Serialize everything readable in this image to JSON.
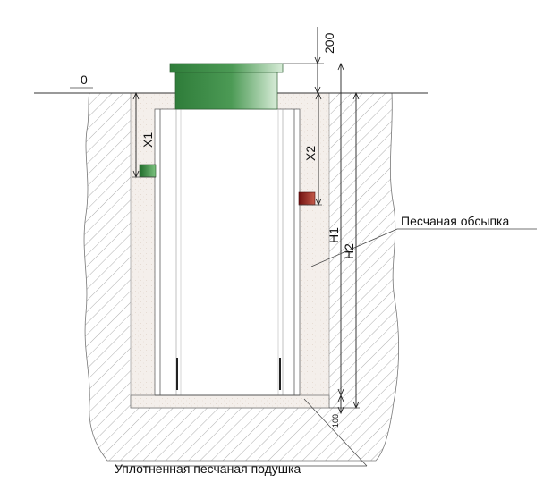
{
  "labels": {
    "ground_zero": "0",
    "dim_200": "200",
    "x1": "X1",
    "x2": "X2",
    "h1": "H1",
    "h2": "H2",
    "dim_100": "100",
    "sand_backfill": "Песчаная обсыпка",
    "sand_cushion": "Уплотненная песчаная подушка"
  },
  "colors": {
    "lid_green_dark": "#2f7d3a",
    "lid_green_light": "#cfe6cf",
    "inlet_green": "#2e8b3a",
    "outlet_red": "#8b1a1a",
    "soil_hatch": "#9a9a9a",
    "sand": "#f3eeea"
  }
}
